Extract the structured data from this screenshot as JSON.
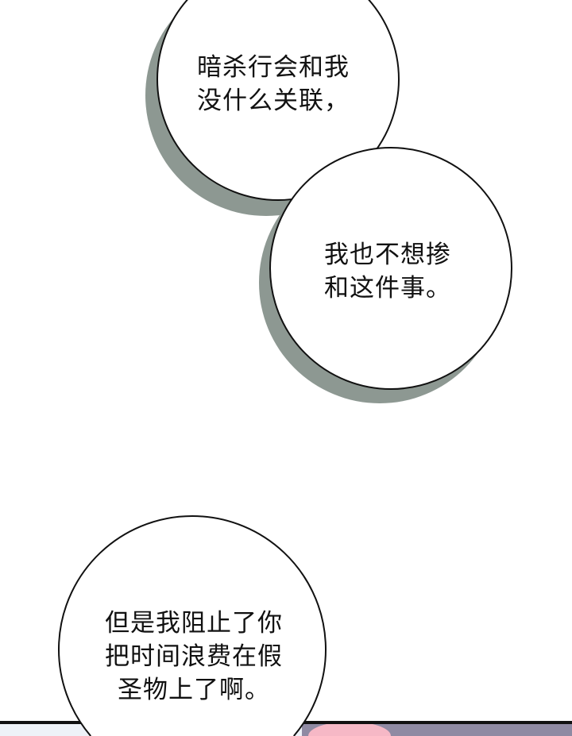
{
  "bubbles": [
    {
      "lines": [
        "暗杀行会和我",
        "没什么关联，"
      ]
    },
    {
      "lines": [
        "我也不想掺",
        "和这件事。"
      ]
    },
    {
      "lines": [
        "但是我阻止了你",
        "把时间浪费在假",
        "圣物上了啊。"
      ]
    }
  ],
  "colors": {
    "shadow": "#8d9892",
    "outline": "#111111",
    "panel_left": "#e6eef6",
    "panel_right": "#8f8aa3",
    "character": "#f6b8c6"
  }
}
